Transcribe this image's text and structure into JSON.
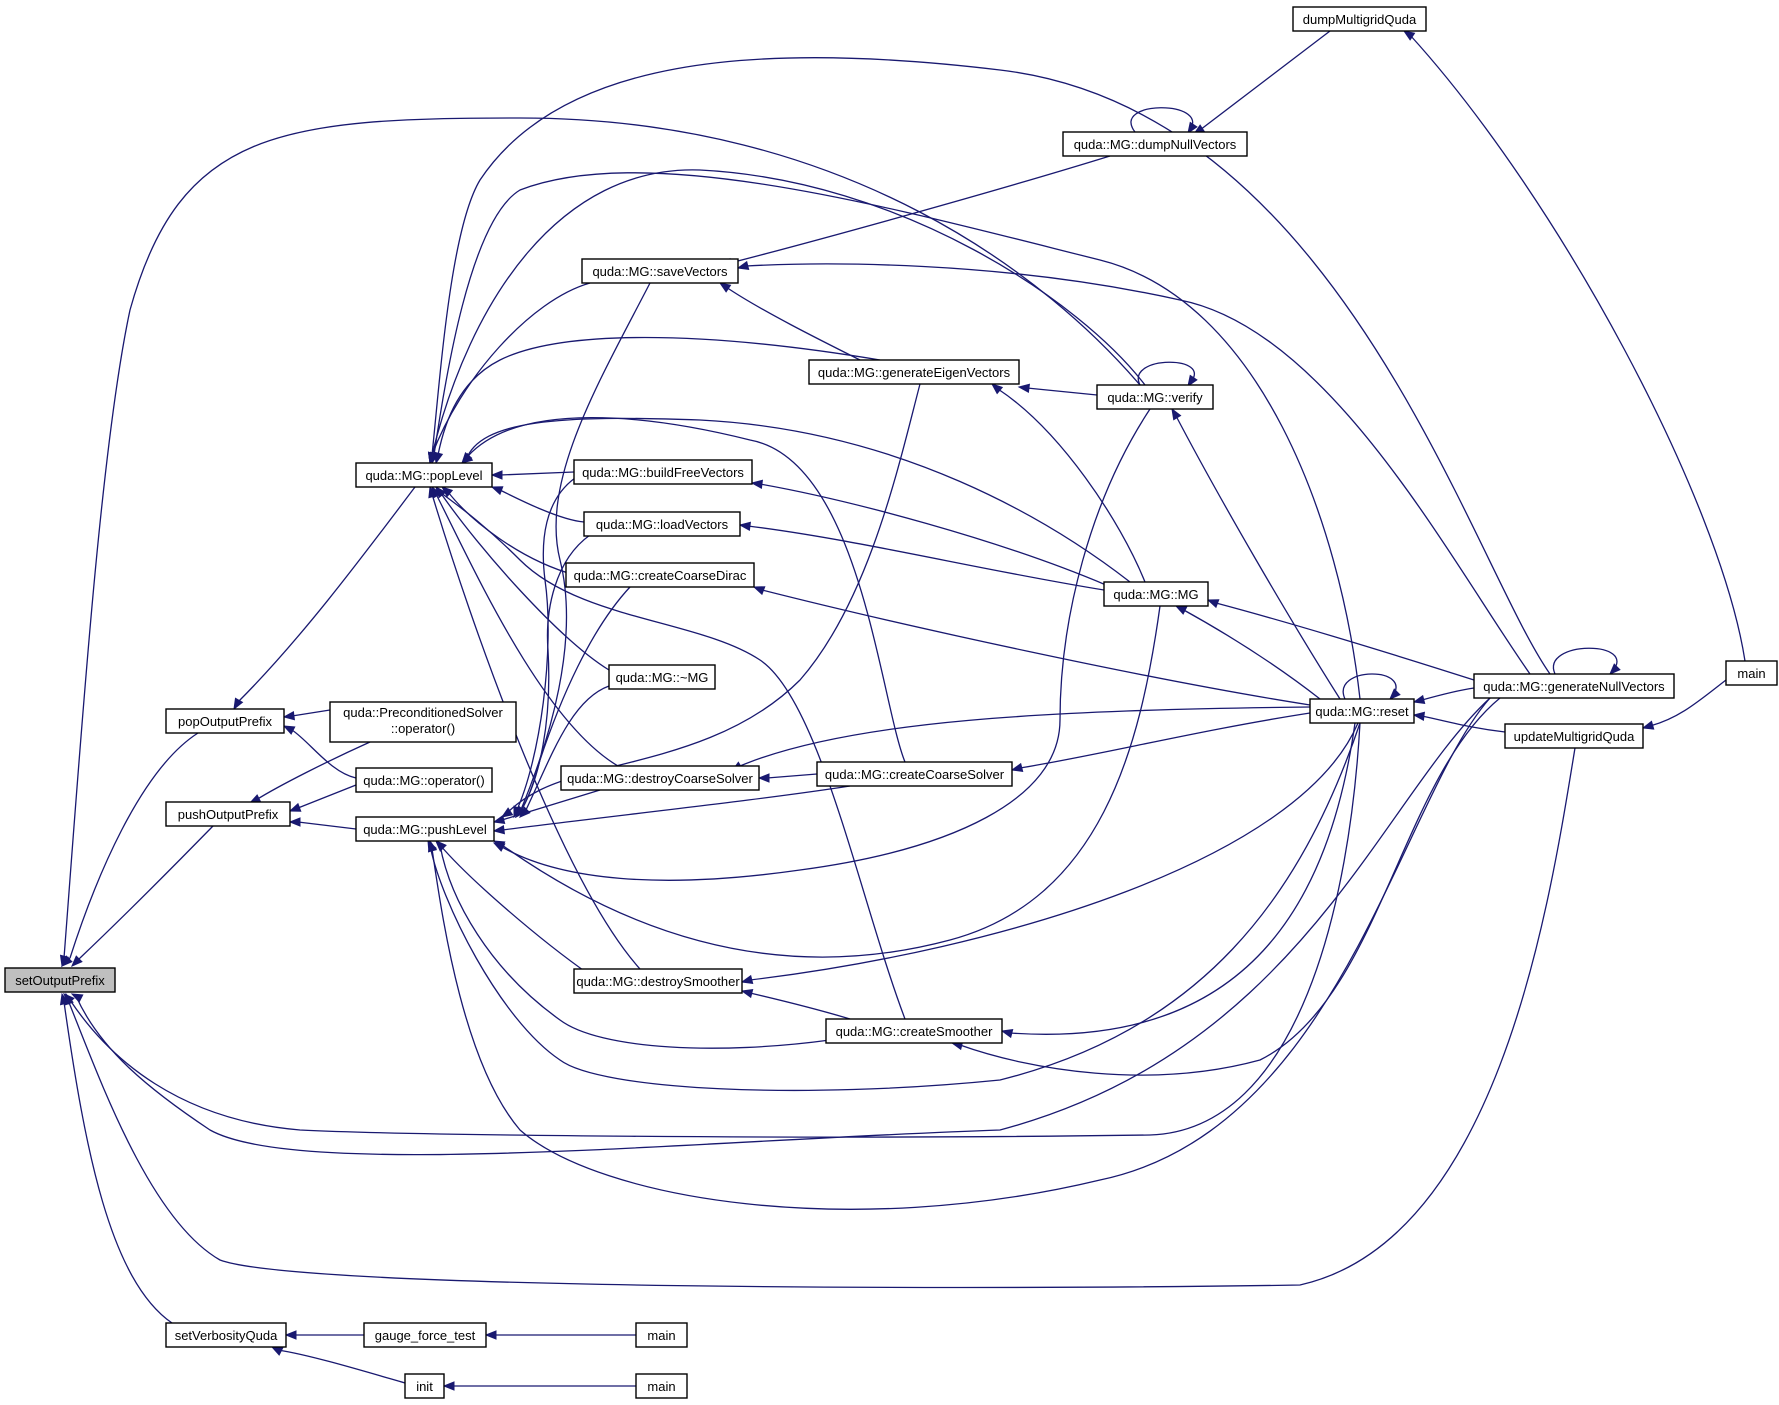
{
  "graph": {
    "edge_color": "#191970",
    "highlight_fill": "#bfbfbf",
    "highlighted_node": "setOutputPrefix",
    "nodes": [
      {
        "id": "setOutputPrefix",
        "label": [
          "setOutputPrefix"
        ]
      },
      {
        "id": "popOutputPrefix",
        "label": [
          "popOutputPrefix"
        ]
      },
      {
        "id": "pushOutputPrefix",
        "label": [
          "pushOutputPrefix"
        ]
      },
      {
        "id": "setVerbosityQuda",
        "label": [
          "setVerbosityQuda"
        ]
      },
      {
        "id": "popLevel",
        "label": [
          "quda::MG::popLevel"
        ]
      },
      {
        "id": "pushLevel",
        "label": [
          "quda::MG::pushLevel"
        ]
      },
      {
        "id": "precondOp",
        "label": [
          "quda::PreconditionedSolver",
          "::operator()"
        ]
      },
      {
        "id": "mgOp",
        "label": [
          "quda::MG::operator()"
        ]
      },
      {
        "id": "gaugeForceTest",
        "label": [
          "gauge_force_test"
        ]
      },
      {
        "id": "init",
        "label": [
          "init"
        ]
      },
      {
        "id": "main1",
        "label": [
          "main"
        ]
      },
      {
        "id": "main2",
        "label": [
          "main"
        ]
      },
      {
        "id": "saveVectors",
        "label": [
          "quda::MG::saveVectors"
        ]
      },
      {
        "id": "buildFreeVectors",
        "label": [
          "quda::MG::buildFreeVectors"
        ]
      },
      {
        "id": "loadVectors",
        "label": [
          "quda::MG::loadVectors"
        ]
      },
      {
        "id": "createCoarseDirac",
        "label": [
          "quda::MG::createCoarseDirac"
        ]
      },
      {
        "id": "dtorMG",
        "label": [
          "quda::MG::~MG"
        ]
      },
      {
        "id": "destroyCoarseSolver",
        "label": [
          "quda::MG::destroyCoarseSolver"
        ]
      },
      {
        "id": "destroySmoother",
        "label": [
          "quda::MG::destroySmoother"
        ]
      },
      {
        "id": "generateEigenVectors",
        "label": [
          "quda::MG::generateEigenVectors"
        ]
      },
      {
        "id": "createCoarseSolver",
        "label": [
          "quda::MG::createCoarseSolver"
        ]
      },
      {
        "id": "createSmoother",
        "label": [
          "quda::MG::createSmoother"
        ]
      },
      {
        "id": "dumpNullVectors",
        "label": [
          "quda::MG::dumpNullVectors"
        ]
      },
      {
        "id": "verify",
        "label": [
          "quda::MG::verify"
        ]
      },
      {
        "id": "MGctor",
        "label": [
          "quda::MG::MG"
        ]
      },
      {
        "id": "reset",
        "label": [
          "quda::MG::reset"
        ]
      },
      {
        "id": "dumpMultigridQuda",
        "label": [
          "dumpMultigridQuda"
        ]
      },
      {
        "id": "generateNullVectors",
        "label": [
          "quda::MG::generateNullVectors"
        ]
      },
      {
        "id": "updateMultigridQuda",
        "label": [
          "updateMultigridQuda"
        ]
      },
      {
        "id": "main3",
        "label": [
          "main"
        ]
      }
    ],
    "edges": [
      {
        "from": "popOutputPrefix",
        "to": "setOutputPrefix"
      },
      {
        "from": "pushOutputPrefix",
        "to": "setOutputPrefix"
      },
      {
        "from": "setVerbosityQuda",
        "to": "setOutputPrefix"
      },
      {
        "from": "verify",
        "to": "setOutputPrefix"
      },
      {
        "from": "reset",
        "to": "setOutputPrefix"
      },
      {
        "from": "generateNullVectors",
        "to": "setOutputPrefix"
      },
      {
        "from": "updateMultigridQuda",
        "to": "setOutputPrefix"
      },
      {
        "from": "popLevel",
        "to": "popOutputPrefix"
      },
      {
        "from": "precondOp",
        "to": "popOutputPrefix"
      },
      {
        "from": "mgOp",
        "to": "popOutputPrefix"
      },
      {
        "from": "pushLevel",
        "to": "pushOutputPrefix"
      },
      {
        "from": "precondOp",
        "to": "pushOutputPrefix"
      },
      {
        "from": "mgOp",
        "to": "pushOutputPrefix"
      },
      {
        "from": "gaugeForceTest",
        "to": "setVerbosityQuda"
      },
      {
        "from": "init",
        "to": "setVerbosityQuda"
      },
      {
        "from": "main1",
        "to": "gaugeForceTest"
      },
      {
        "from": "main2",
        "to": "init"
      },
      {
        "from": "saveVectors",
        "to": "popLevel"
      },
      {
        "from": "buildFreeVectors",
        "to": "popLevel"
      },
      {
        "from": "loadVectors",
        "to": "popLevel"
      },
      {
        "from": "createCoarseDirac",
        "to": "popLevel"
      },
      {
        "from": "dtorMG",
        "to": "popLevel"
      },
      {
        "from": "destroyCoarseSolver",
        "to": "popLevel"
      },
      {
        "from": "destroySmoother",
        "to": "popLevel"
      },
      {
        "from": "generateEigenVectors",
        "to": "popLevel"
      },
      {
        "from": "createCoarseSolver",
        "to": "popLevel"
      },
      {
        "from": "createSmoother",
        "to": "popLevel"
      },
      {
        "from": "verify",
        "to": "popLevel"
      },
      {
        "from": "MGctor",
        "to": "popLevel"
      },
      {
        "from": "reset",
        "to": "popLevel"
      },
      {
        "from": "generateNullVectors",
        "to": "popLevel"
      },
      {
        "from": "saveVectors",
        "to": "pushLevel"
      },
      {
        "from": "buildFreeVectors",
        "to": "pushLevel"
      },
      {
        "from": "loadVectors",
        "to": "pushLevel"
      },
      {
        "from": "createCoarseDirac",
        "to": "pushLevel"
      },
      {
        "from": "dtorMG",
        "to": "pushLevel"
      },
      {
        "from": "destroyCoarseSolver",
        "to": "pushLevel"
      },
      {
        "from": "destroySmoother",
        "to": "pushLevel"
      },
      {
        "from": "generateEigenVectors",
        "to": "pushLevel"
      },
      {
        "from": "createCoarseSolver",
        "to": "pushLevel"
      },
      {
        "from": "createSmoother",
        "to": "pushLevel"
      },
      {
        "from": "verify",
        "to": "pushLevel"
      },
      {
        "from": "MGctor",
        "to": "pushLevel"
      },
      {
        "from": "reset",
        "to": "pushLevel"
      },
      {
        "from": "generateNullVectors",
        "to": "pushLevel"
      },
      {
        "from": "generateEigenVectors",
        "to": "saveVectors"
      },
      {
        "from": "dumpNullVectors",
        "to": "saveVectors"
      },
      {
        "from": "generateNullVectors",
        "to": "saveVectors"
      },
      {
        "from": "verify",
        "to": "generateEigenVectors"
      },
      {
        "from": "MGctor",
        "to": "generateEigenVectors"
      },
      {
        "from": "MGctor",
        "to": "buildFreeVectors"
      },
      {
        "from": "MGctor",
        "to": "loadVectors"
      },
      {
        "from": "reset",
        "to": "createCoarseDirac"
      },
      {
        "from": "createCoarseSolver",
        "to": "destroyCoarseSolver"
      },
      {
        "from": "reset",
        "to": "destroyCoarseSolver"
      },
      {
        "from": "reset",
        "to": "createCoarseSolver"
      },
      {
        "from": "createSmoother",
        "to": "destroySmoother"
      },
      {
        "from": "reset",
        "to": "destroySmoother"
      },
      {
        "from": "reset",
        "to": "createSmoother"
      },
      {
        "from": "generateNullVectors",
        "to": "createSmoother"
      },
      {
        "from": "dumpMultigridQuda",
        "to": "dumpNullVectors"
      },
      {
        "from": "dumpNullVectors",
        "to": "dumpNullVectors"
      },
      {
        "from": "verify",
        "to": "verify"
      },
      {
        "from": "reset",
        "to": "verify"
      },
      {
        "from": "reset",
        "to": "MGctor"
      },
      {
        "from": "generateNullVectors",
        "to": "MGctor"
      },
      {
        "from": "reset",
        "to": "reset"
      },
      {
        "from": "generateNullVectors",
        "to": "reset"
      },
      {
        "from": "updateMultigridQuda",
        "to": "reset"
      },
      {
        "from": "generateNullVectors",
        "to": "generateNullVectors"
      },
      {
        "from": "main3",
        "to": "dumpMultigridQuda"
      },
      {
        "from": "main3",
        "to": "updateMultigridQuda"
      }
    ]
  }
}
